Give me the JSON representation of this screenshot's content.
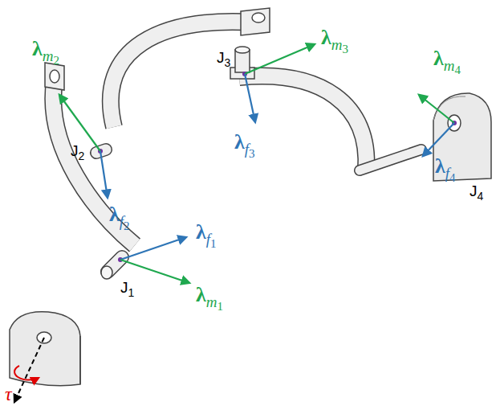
{
  "diagram": {
    "labels": [
      "λm2",
      "J2",
      "λf2",
      "λm3",
      "J3",
      "λf3",
      "λm4",
      "λf4",
      "J4",
      "λf1",
      "J1",
      "λm1",
      "τ"
    ]
  }
}
